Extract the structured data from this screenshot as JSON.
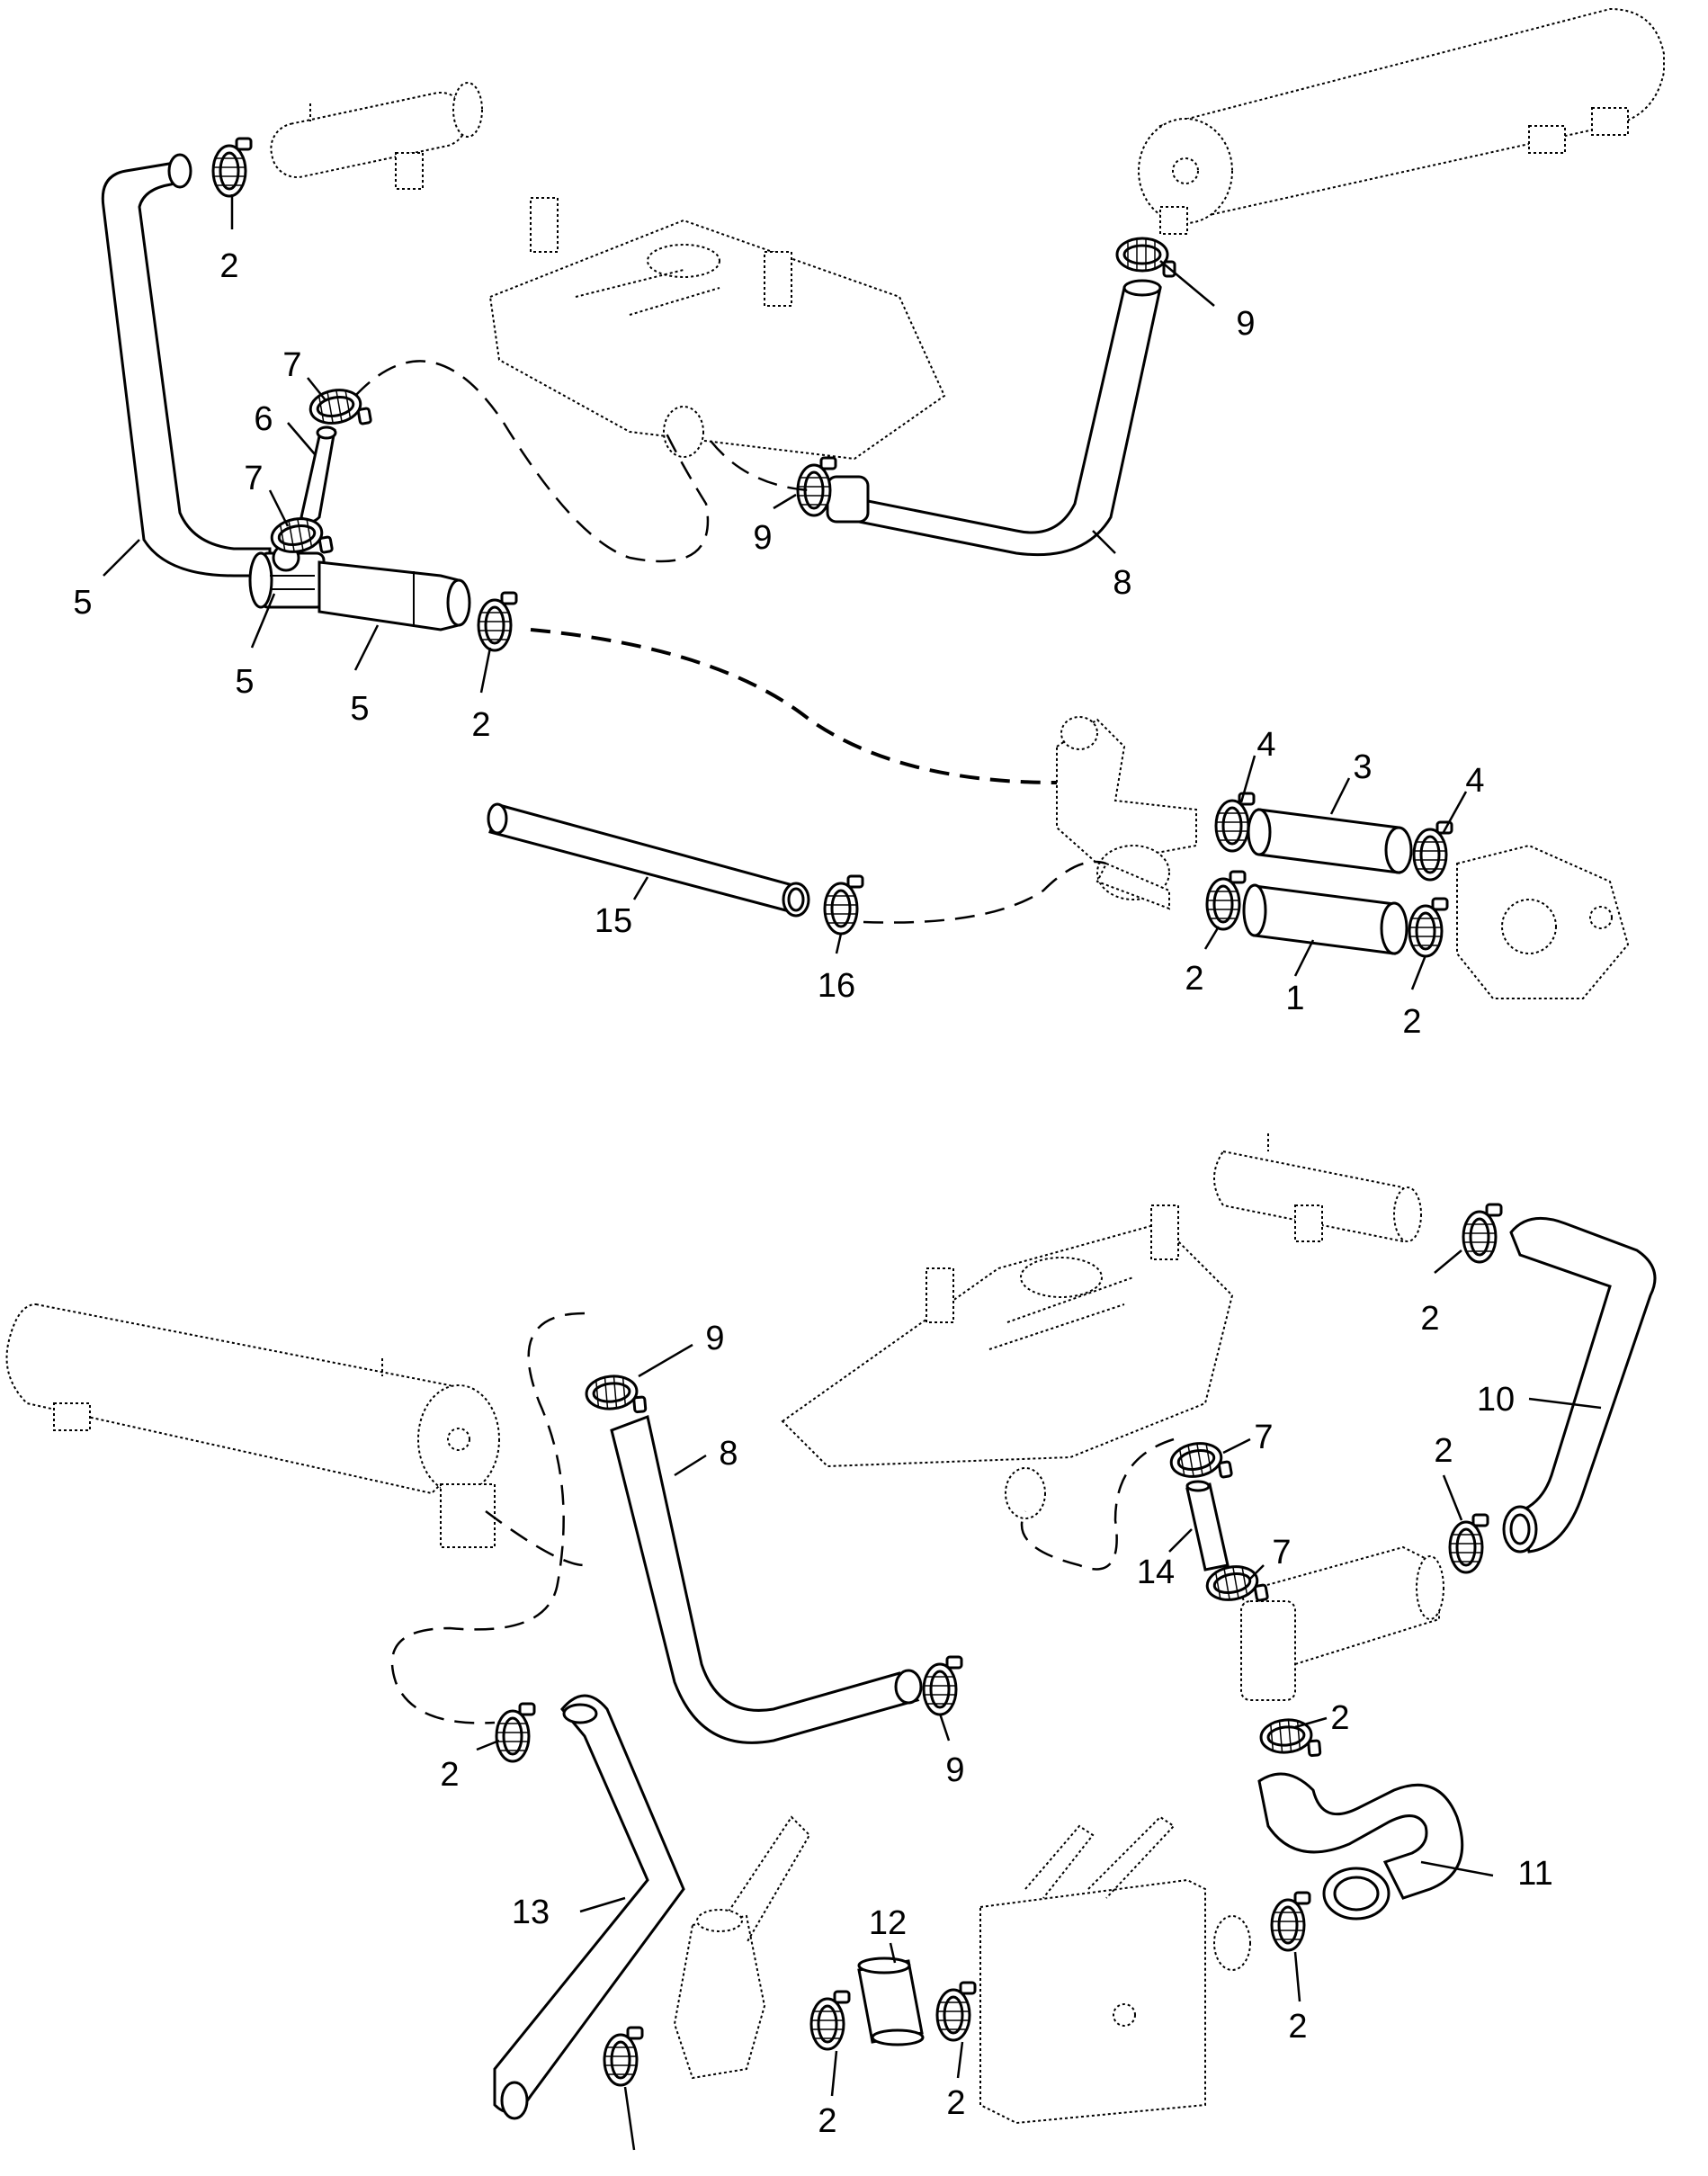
{
  "upper_assembly": {
    "callouts": {
      "c_2a": "2",
      "c_9a": "9",
      "c_7a": "7",
      "c_6": "6",
      "c_7b": "7",
      "c_5a": "5",
      "c_5b": "5",
      "c_5c": "5",
      "c_2b": "2",
      "c_9b": "9",
      "c_8": "8",
      "c_4a": "4",
      "c_3": "3",
      "c_4b": "4",
      "c_15": "15",
      "c_16": "16",
      "c_2c": "2",
      "c_1": "1",
      "c_2d": "2"
    }
  },
  "lower_assembly": {
    "callouts": {
      "c_9a": "9",
      "c_8": "8",
      "c_2a": "2",
      "c_10": "10",
      "c_7a": "7",
      "c_2b": "2",
      "c_14": "14",
      "c_7b": "7",
      "c_9b": "9",
      "c_2c": "2",
      "c_2d": "2",
      "c_11": "11",
      "c_13": "13",
      "c_12": "12",
      "c_2e": "2",
      "c_2f": "2",
      "c_2g": "2"
    }
  }
}
